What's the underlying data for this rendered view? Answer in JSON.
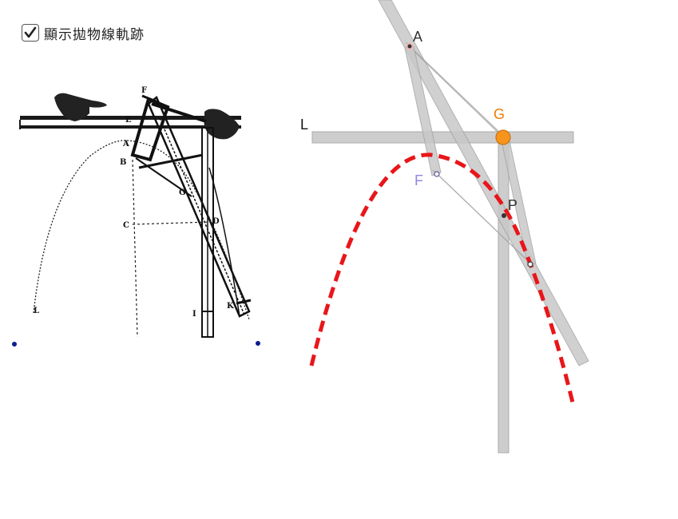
{
  "toggle": {
    "label": "顯示拋物線軌跡",
    "checked": true
  },
  "icons": {
    "checkbox": "checkmark-icon"
  },
  "historical_figure": {
    "labels": [
      "F",
      "E",
      "A",
      "B",
      "G",
      "C",
      "D",
      "I",
      "K",
      "L"
    ]
  },
  "construction": {
    "points": {
      "A": "A",
      "G": "G",
      "L": "L",
      "F": "F",
      "P": "P"
    }
  },
  "colors": {
    "bar": "#c8c8c8",
    "bar_edge": "#a4a4a4",
    "parabola": "#e8161a",
    "point_G": "#f7941d",
    "label_G": "#f07c00",
    "label_F": "#8f86e6",
    "endpoint_blue": "#0b1d8c"
  }
}
